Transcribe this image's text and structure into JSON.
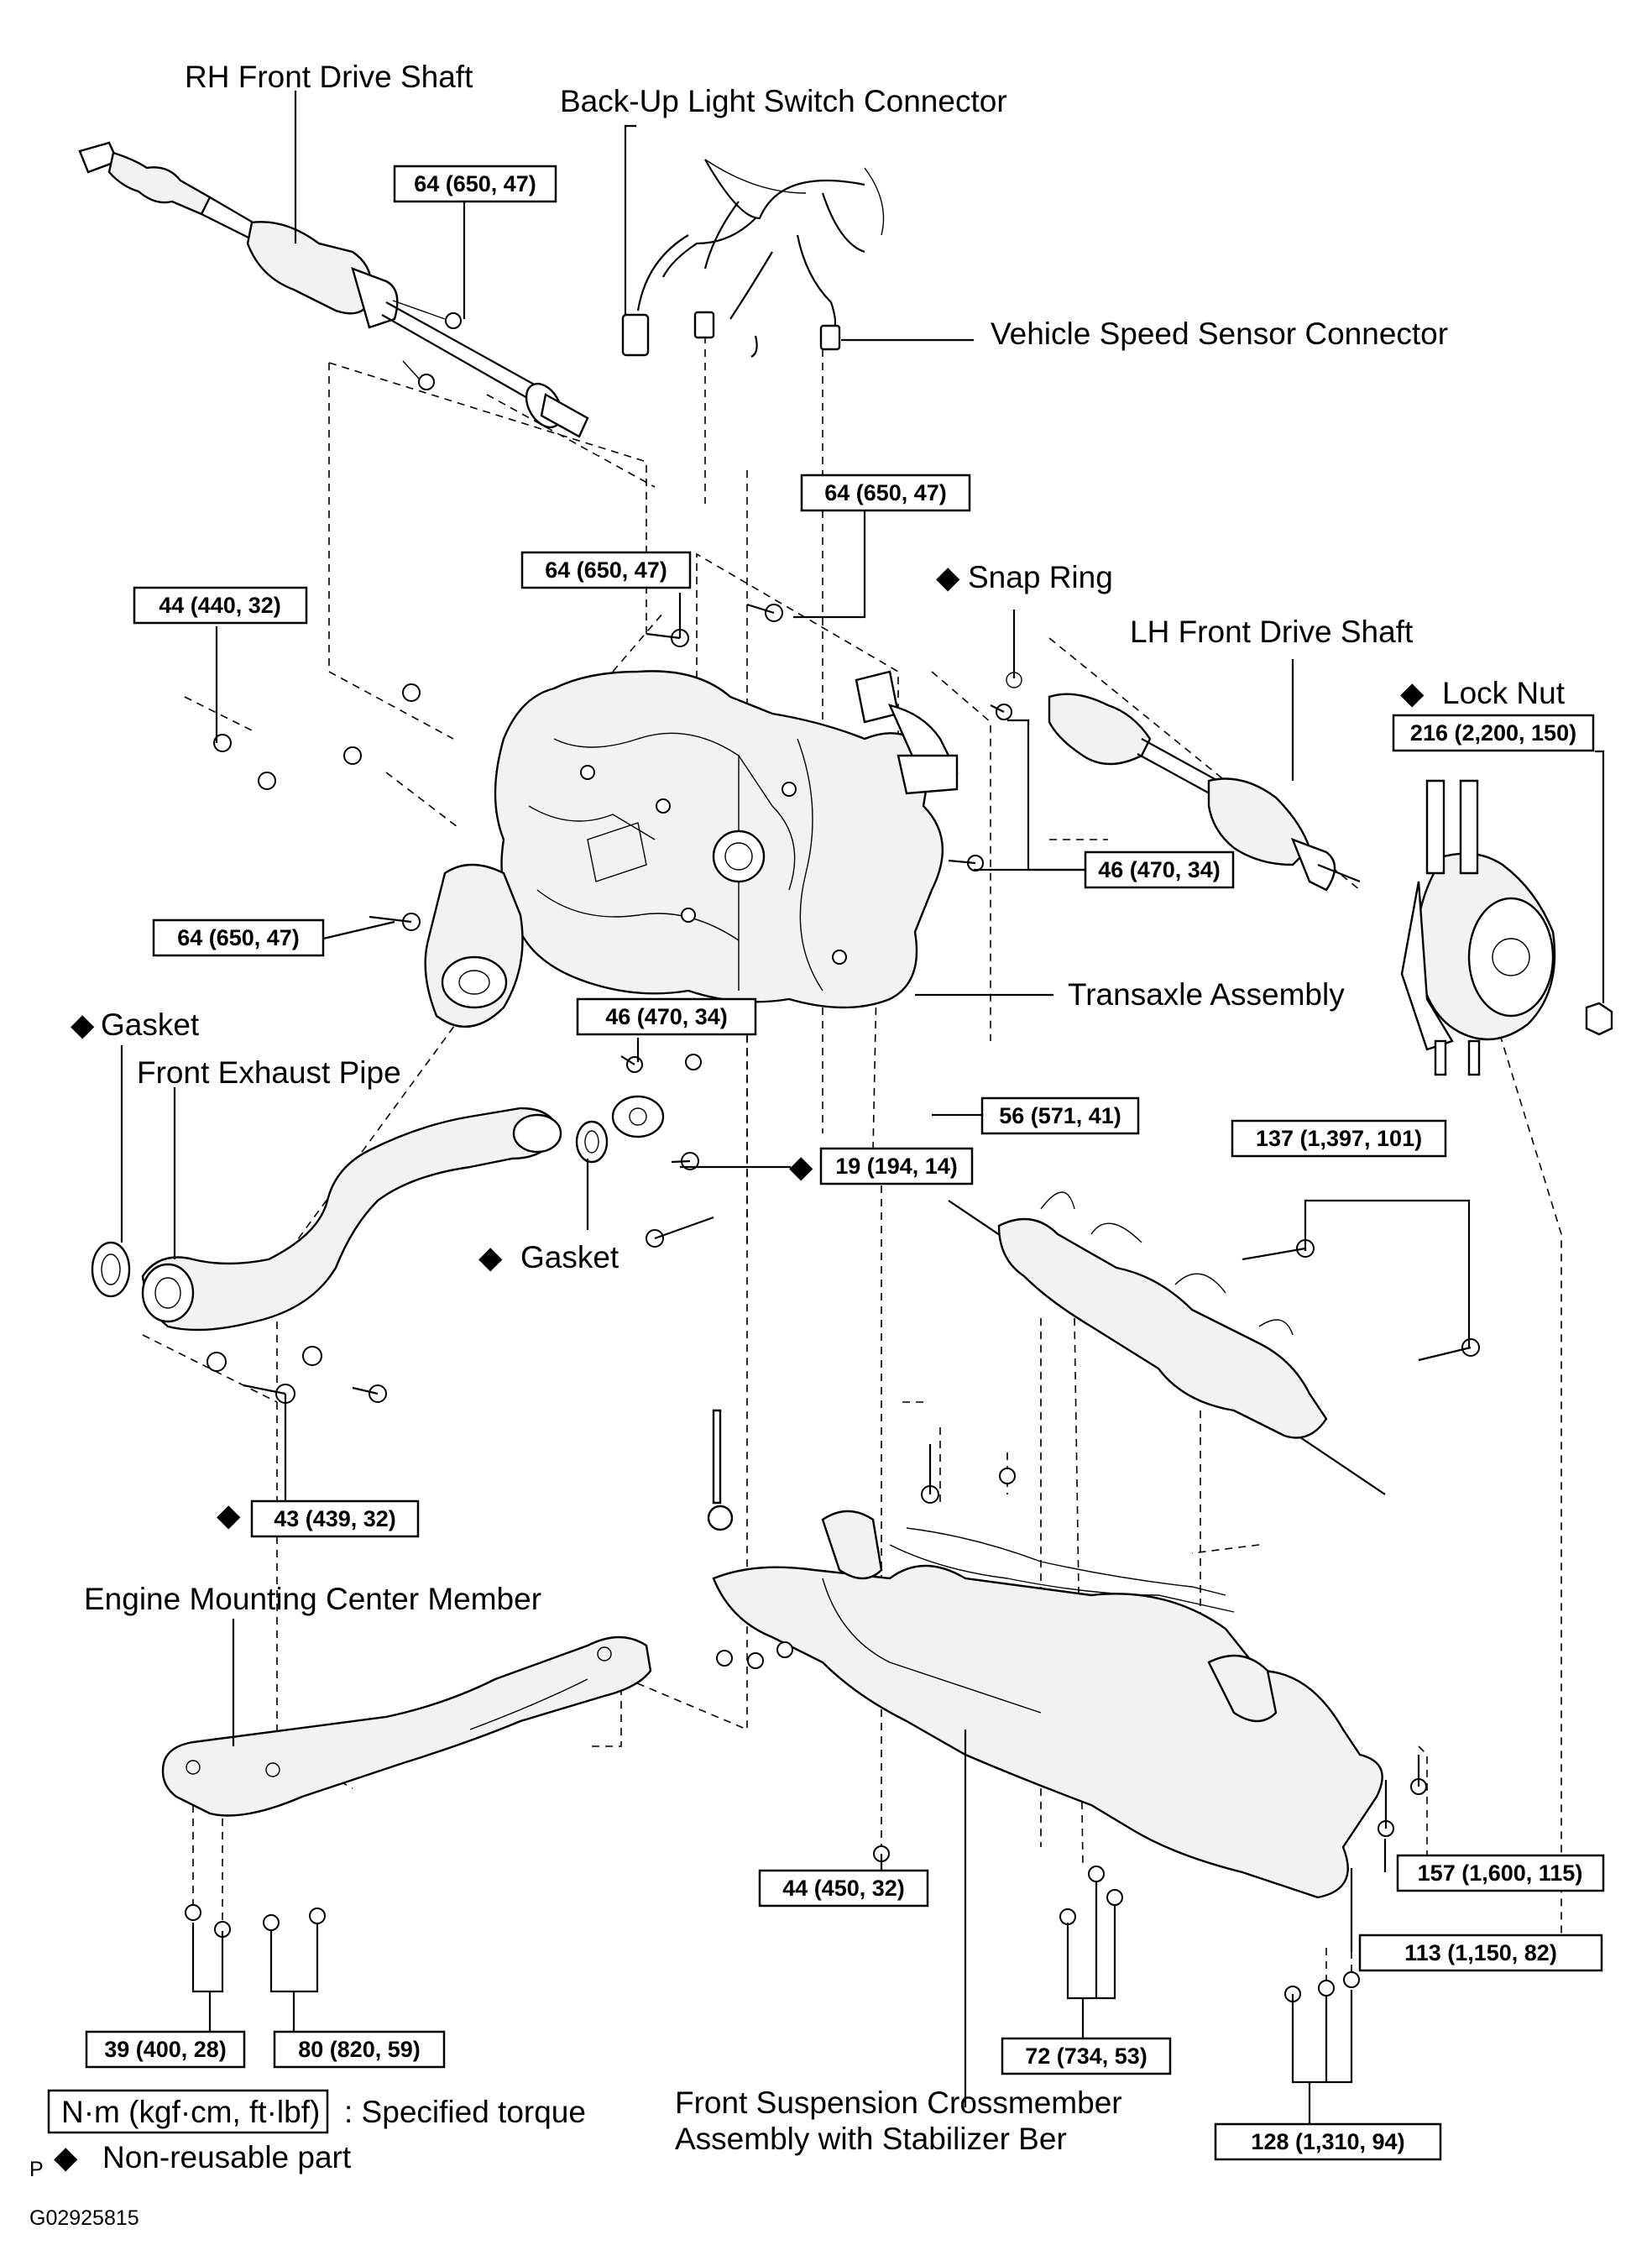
{
  "part_labels": {
    "rh_front_drive_shaft": "RH Front Drive Shaft",
    "back_up_light_switch_connector": "Back-Up  Light Switch Connector",
    "vehicle_speed_sensor_connector": "Vehicle Speed Sensor Connector",
    "snap_ring": "Snap Ring",
    "lh_front_drive_shaft": "LH Front Drive Shaft",
    "lock_nut": "Lock Nut",
    "transaxle_assembly": "Transaxle Assembly",
    "gasket_left": "Gasket",
    "front_exhaust_pipe": "Front Exhaust Pipe",
    "gasket_center": "Gasket",
    "engine_mounting_center_member": "Engine Mounting Center Member",
    "front_suspension_crossmember_line1": "Front Suspension Crossmember",
    "front_suspension_crossmember_line2": "Assembly with Stabilizer Ber"
  },
  "torque_specs": {
    "t_rh_shaft_bolt": "64 (650, 47)",
    "t_trans_upper_right": "64 (650, 47)",
    "t_trans_upper_center": "64 (650, 47)",
    "t_trans_upper_left": "44 (440, 32)",
    "t_lh_shaft_bolts": "46 (470, 34)",
    "t_lock_nut": "216 (2,200, 150)",
    "t_engine_mount_bolt": "64 (650, 47)",
    "t_trans_lower": "46 (470, 34)",
    "t_nut_571": "56 (571, 41)",
    "t_exhaust_bolt": "19 (194, 14)",
    "t_steering_rack": "137 (1,397, 101)",
    "t_exhaust_pipe_bolt": "43 (439, 32)",
    "t_crossmember_nut": "44 (450, 32)",
    "t_crossmember_rear": "157 (1,600, 115)",
    "t_crossmember_mid": "113 (1,150, 82)",
    "t_center_member_a": "39 (400, 28)",
    "t_center_member_b": "80 (820, 59)",
    "t_crossmember_front": "72 (734, 53)",
    "t_crossmember_lower": "128 (1,310, 94)"
  },
  "non_reusable_marker": "◆",
  "legend": {
    "torque_box": "N·m (kgf·cm, ft·lbf)",
    "torque_desc": ": Specified torque",
    "nonreusable_desc": "Non-reusable  part",
    "page_mark": "P"
  },
  "figure_code": "G02925815"
}
